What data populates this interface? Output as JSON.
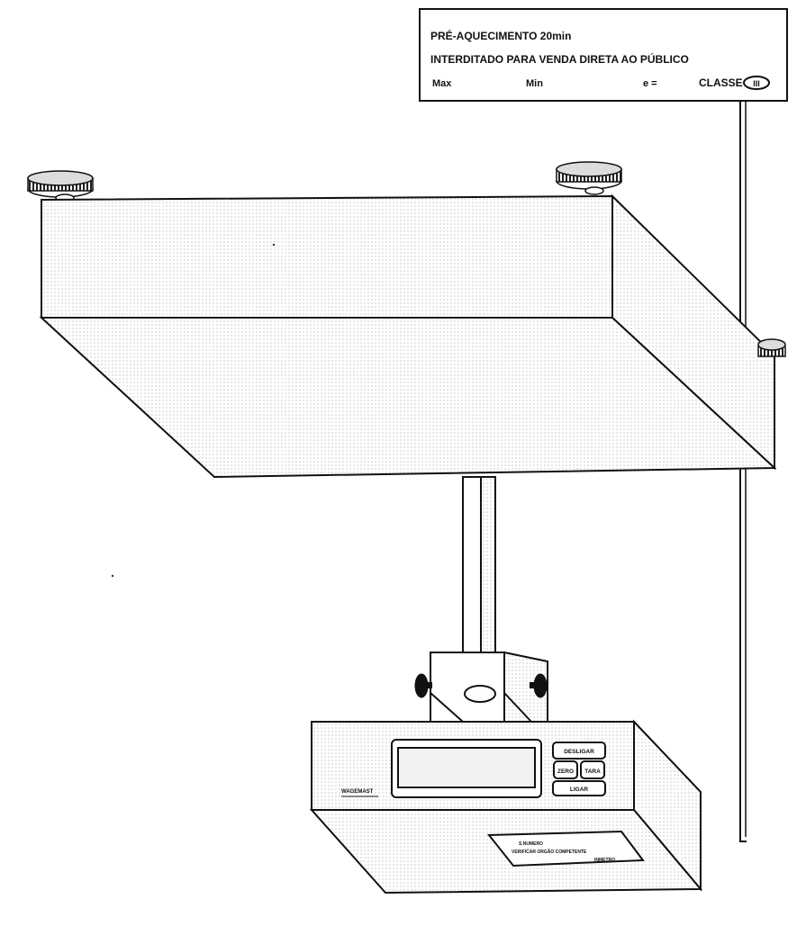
{
  "info_label": {
    "line1": "PRÉ-AQUECIMENTO 20min",
    "line2": "INTERDITADO PARA VENDA DIRETA AO PÚBLICO",
    "max": "Max",
    "min": "Min",
    "e": "e =",
    "classe": "CLASSE",
    "classe_mark": "III"
  },
  "indicator": {
    "brand": "WAGEMAST",
    "btn_top": "DESLIGAR",
    "btn_left": "ZERO",
    "btn_right": "TARA",
    "btn_bottom": "LIGAR",
    "plate_line1": "S.NUMERO",
    "plate_line2": "VERIFICAR ORGÃO COMPETENTE",
    "plate_line3": "INMETRO"
  },
  "colors": {
    "ink": "#111111",
    "paper": "#ffffff",
    "halftone": "#b8b8b8"
  }
}
